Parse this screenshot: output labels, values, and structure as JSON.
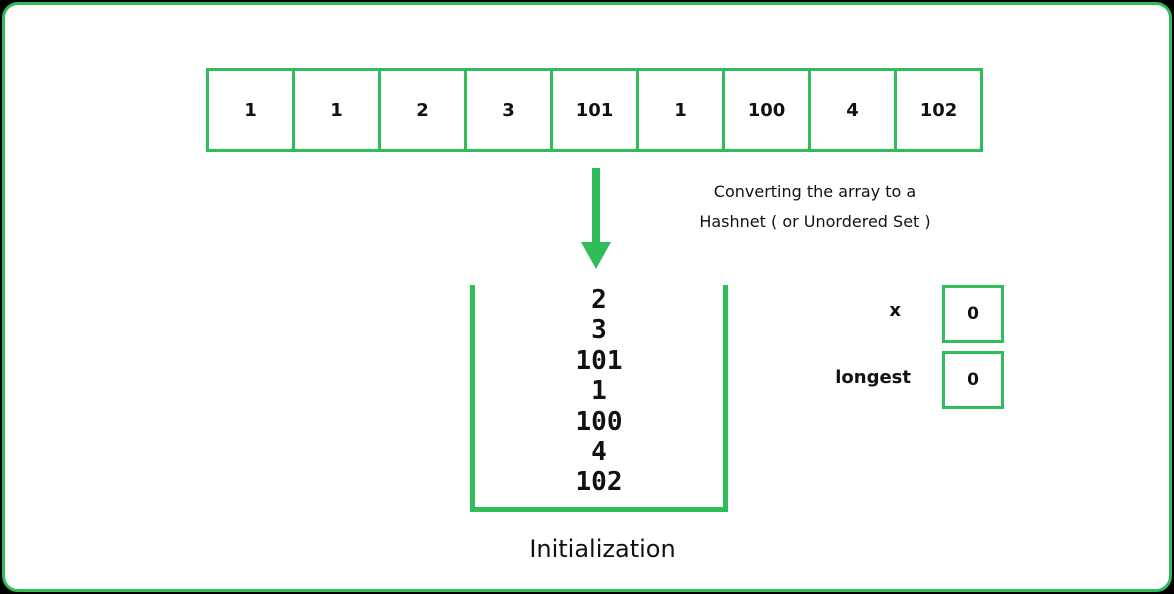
{
  "colors": {
    "accent": "#2ebd59",
    "text": "#111111",
    "background": "#ffffff",
    "outer": "#000000"
  },
  "array": [
    "1",
    "1",
    "2",
    "3",
    "101",
    "1",
    "100",
    "4",
    "102"
  ],
  "caption": {
    "line1": "Converting the array to a",
    "line2": "Hashnet ( or Unordered Set )"
  },
  "set_values": [
    "2",
    "3",
    "101",
    "1",
    "100",
    "4",
    "102"
  ],
  "title": "Initialization",
  "variables": {
    "x": {
      "label": "x",
      "value": "0"
    },
    "longest": {
      "label": "longest",
      "value": "0"
    }
  },
  "icons": {
    "arrow": "arrow-down-icon"
  }
}
